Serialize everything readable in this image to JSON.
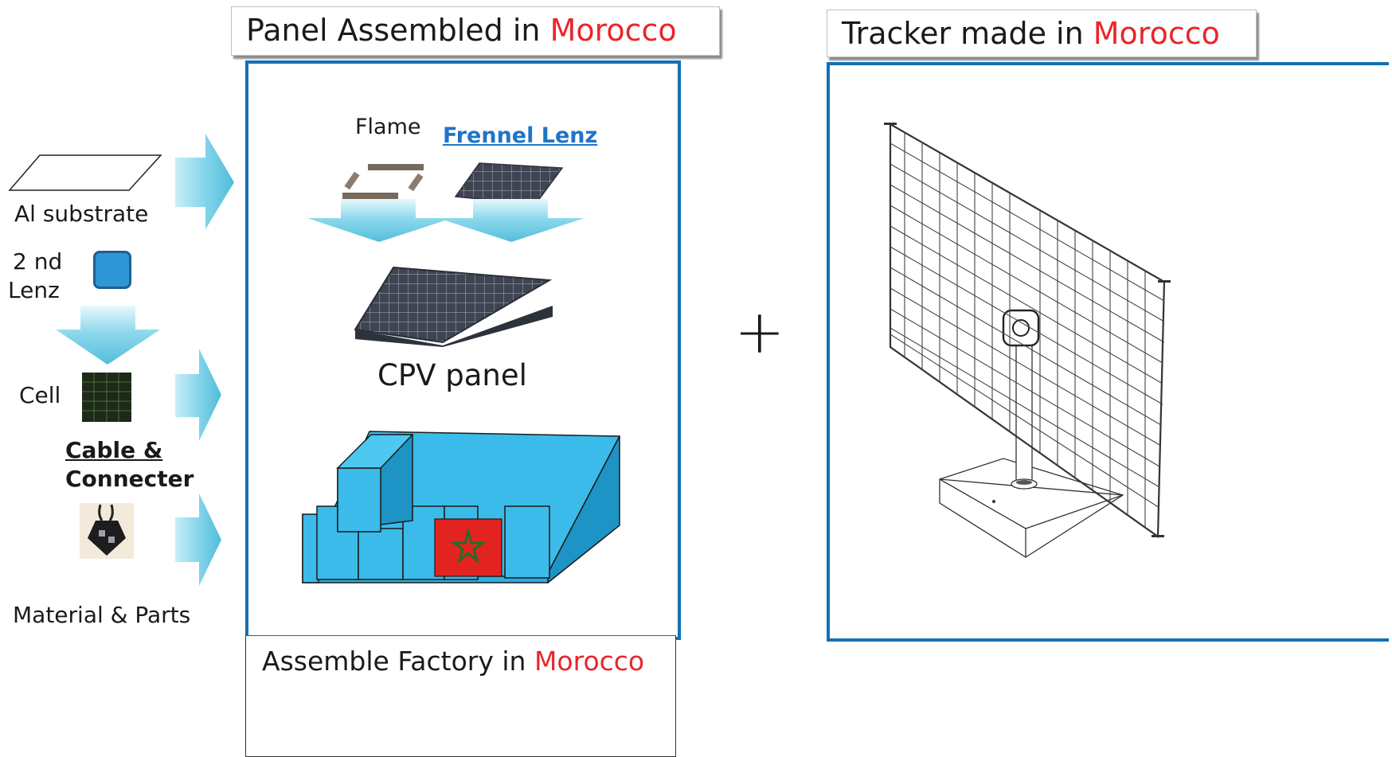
{
  "panel_header": {
    "text": "Panel Assembled in ",
    "place": "Morocco"
  },
  "tracker_header": {
    "text": "Tracker made in ",
    "place": "Morocco"
  },
  "factory_caption": {
    "text": "Assemble Factory in ",
    "place": "Morocco"
  },
  "materials": {
    "al_substrate": "Al substrate",
    "second_lenz_line1": "2 nd",
    "second_lenz_line2": "Lenz",
    "cell": "Cell",
    "cable_line1": "Cable &",
    "cable_line2": "Connecter",
    "footer": "Material & Parts"
  },
  "panel": {
    "flame": "Flame",
    "fresnel": "Frennel Lenz",
    "cpv": "CPV panel"
  },
  "plus": "+",
  "colors": {
    "accent_red": "#e8262b",
    "frame_blue": "#1570b4",
    "arrow_cyan": "#7fd3e8",
    "factory_blue": "#3bbbe9",
    "link_blue": "#1f74c9"
  }
}
